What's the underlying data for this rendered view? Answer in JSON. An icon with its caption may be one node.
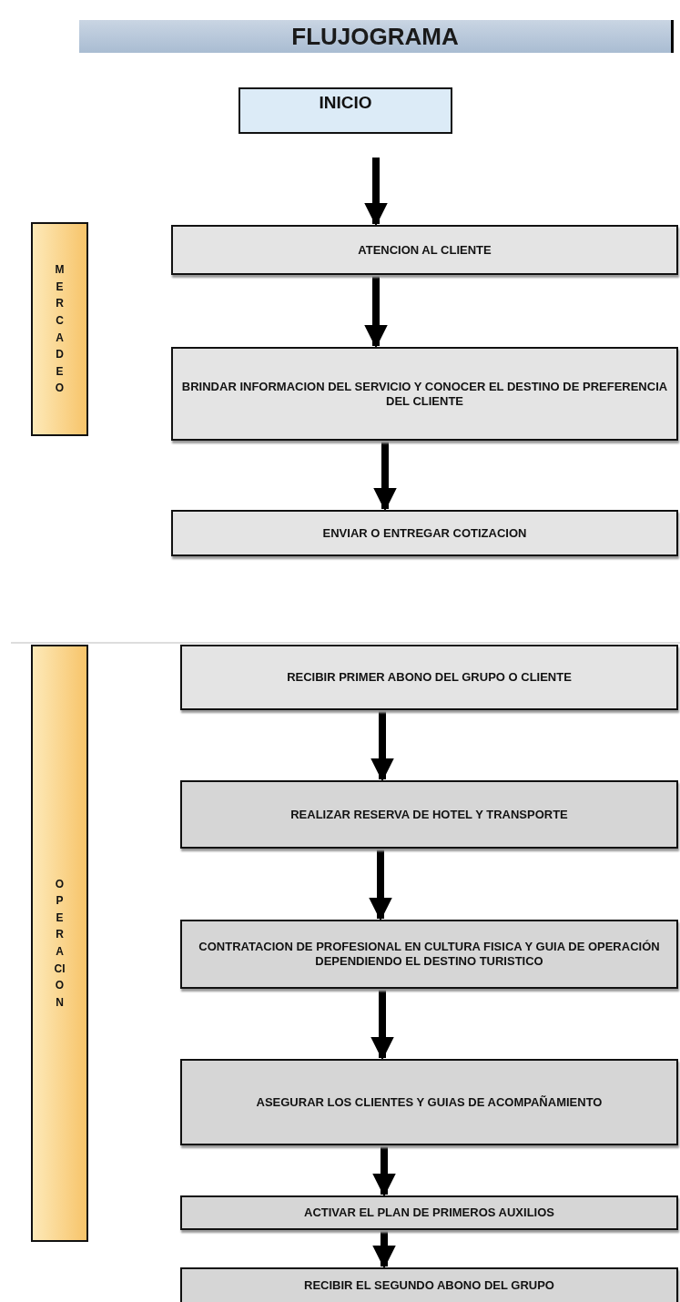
{
  "diagram": {
    "title": "FLUJOGRAMA",
    "nodes": [
      {
        "text": [
          "INICIO"
        ]
      },
      {
        "text": [
          "MERCADEO"
        ]
      },
      {
        "text": [
          "ATENCION AL CLIENTE"
        ]
      },
      {
        "text": [
          "BRINDAR INFORMACION DEL SERVICIO Y CONOCER EL DESTINO DE PREFERENCIA DEL CLIENTE"
        ]
      },
      {
        "text": [
          "ENVIAR O ENTREGAR COTIZACION"
        ]
      },
      {
        "text": [
          "OPERACION"
        ]
      },
      {
        "text": [
          "RECIBIR PRIMER ABONO DEL GRUPO O CLIENTE"
        ]
      },
      {
        "text": [
          "REALIZAR RESERVA DE HOTEL Y TRANSPORTE"
        ]
      },
      {
        "text": [
          "CONTRATACION DE PROFESIONAL EN CULTURA FISICA Y GUIA DE OPERACIÓN DEPENDIENDO EL DESTINO TURISTICO"
        ]
      },
      {
        "text": [
          "ASEGURAR LOS CLIENTES Y GUIAS DE ACOMPAÑAMIENTO"
        ]
      },
      {
        "text": [
          "ACTIVAR EL PLAN DE PRIMEROS AUXILIOS"
        ]
      },
      {
        "text": [
          "RECIBIR EL SEGUNDO ABONO DEL GRUPO"
        ]
      }
    ],
    "edges": [
      {
        "from": 0,
        "to": 2,
        "arrow": "to"
      },
      {
        "from": 2,
        "to": 3,
        "arrow": "to"
      },
      {
        "from": 3,
        "to": 4,
        "arrow": "to"
      },
      {
        "from": 6,
        "to": 7,
        "arrow": "to"
      },
      {
        "from": 7,
        "to": 8,
        "arrow": "to"
      },
      {
        "from": 8,
        "to": 9,
        "arrow": "to"
      },
      {
        "from": 9,
        "to": 10,
        "arrow": "to"
      },
      {
        "from": 10,
        "to": 11,
        "arrow": "to"
      }
    ]
  }
}
